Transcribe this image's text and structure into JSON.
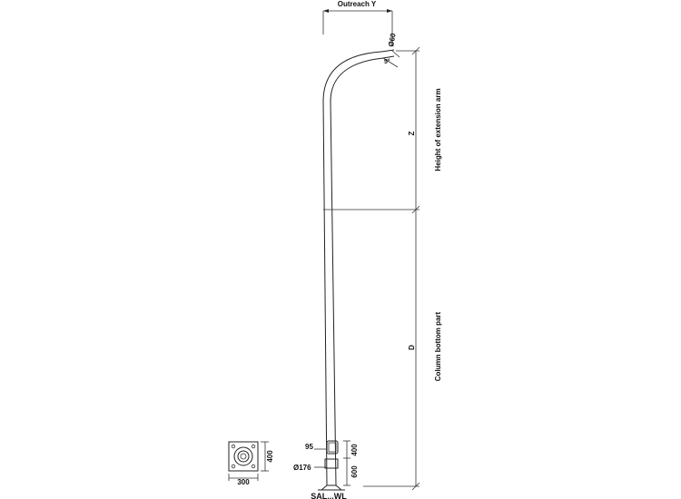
{
  "labels": {
    "outreach": "Outreach Y",
    "arm_diameter": "Ø60",
    "arm_angle": "5°",
    "z_symbol": "Z",
    "extension_height": "Height of extension arm",
    "d_symbol": "D",
    "column_bottom": "Column bottom part",
    "base_width": "300",
    "base_height": "400",
    "door_width": "95",
    "door_height": "400",
    "shaft_diameter": "Ø176",
    "door_offset": "600",
    "model": "SAL...WL"
  }
}
